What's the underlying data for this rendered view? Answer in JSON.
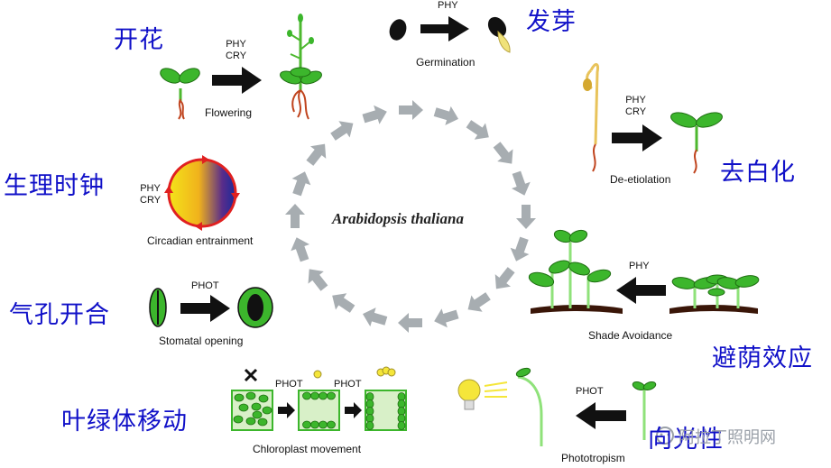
{
  "center": {
    "title": "Arabidopsis thaliana"
  },
  "stages": {
    "flowering": {
      "zh": "开花",
      "en": "Flowering",
      "receptors": [
        "PHY",
        "CRY"
      ]
    },
    "germination": {
      "zh": "发芽",
      "en": "Germination",
      "receptors": [
        "PHY"
      ]
    },
    "deetiolation": {
      "zh": "去白化",
      "en": "De-etiolation",
      "receptors": [
        "PHY",
        "CRY"
      ]
    },
    "circadian": {
      "zh": "生理时钟",
      "en": "Circadian entrainment",
      "receptors": [
        "PHY",
        "CRY"
      ]
    },
    "shade": {
      "zh": "避荫效应",
      "en": "Shade Avoidance",
      "receptors": [
        "PHY"
      ]
    },
    "stomatal": {
      "zh": "气孔开合",
      "en": "Stomatal opening",
      "receptors": [
        "PHOT"
      ]
    },
    "chloroplast": {
      "zh": "叶绿体移动",
      "en": "Chloroplast movement",
      "receptors": [
        "PHOT",
        "PHOT"
      ]
    },
    "phototropism": {
      "zh": "向光性",
      "en": "Phototropism",
      "receptors": [
        "PHOT"
      ]
    }
  },
  "watermark": {
    "text": "阿拉丁照明网"
  },
  "colors": {
    "label_zh": "#1010c8",
    "arrow_cycle": "#a7adb1",
    "plant_green": "#3cb62c",
    "root_red": "#c0441e"
  }
}
